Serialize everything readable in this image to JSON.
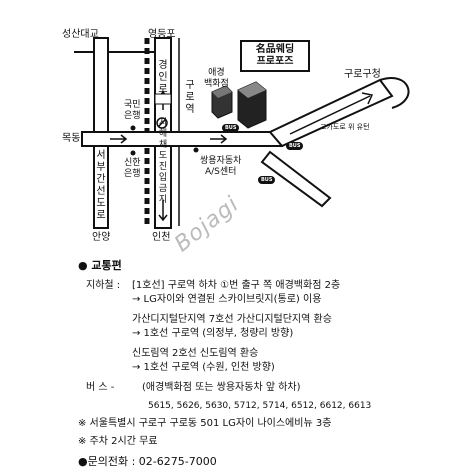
{
  "map": {
    "labels": {
      "seongsan": "성산대교",
      "yeongdeungpo": "영등포",
      "mokdong": "목동",
      "anyang": "안양",
      "incheon": "인천",
      "guro_gucheong": "구로구청",
      "aekyung_dept": "애경\n백화점",
      "kookmin_bank": "국민\n은행",
      "shinhan_bank": "신한\n은행",
      "ssangyong": "쌍용자동차\nA/S센터",
      "gyeongin_ro": "경인로",
      "guro_station": "구로역",
      "seobu_road": "서부간선도로",
      "jihacheol_underpass": "지해채도진입금지",
      "gogadoro": "고가도로 위 유턴"
    },
    "brand": {
      "line1": "名品웨딩",
      "line2": "프로포즈"
    },
    "badges": [
      "BUS",
      "BUS",
      "BUS"
    ],
    "watermark": "Bojagi"
  },
  "info": {
    "section_title": "● 교통편",
    "subway_label": "지하철 :",
    "subway_line1": "[1호선] 구로역 하차 ①번 출구 쪽 애경백화점 2층",
    "subway_line2": "→ LG자이와 연결된 스카이브릿지(통로) 이용",
    "digital_line1": "가산디지털단지역 7호선 가산디지털단지역 환승",
    "digital_line2": "→ 1호선 구로역 (의정부, 청량리 방향)",
    "sindorim_line1": "신도림역 2호선 신도림역 환승",
    "sindorim_line2": "→ 1호선 구로역 (수원, 인천 방향)",
    "bus_label": "버   스 -",
    "bus_desc": "(애경백화점 또는 쌍용자동차 앞 하차)",
    "bus_numbers": "5615,  5626,  5630,  5712,  5714,  6512,  6612,  6613",
    "address": "※ 서울특별시 구로구 구로동 501 LG자이 나이스에비뉴 3층",
    "parking": "※ 주차 2시간 무료",
    "phone": "●문의전화 : 02-6275-7000"
  }
}
